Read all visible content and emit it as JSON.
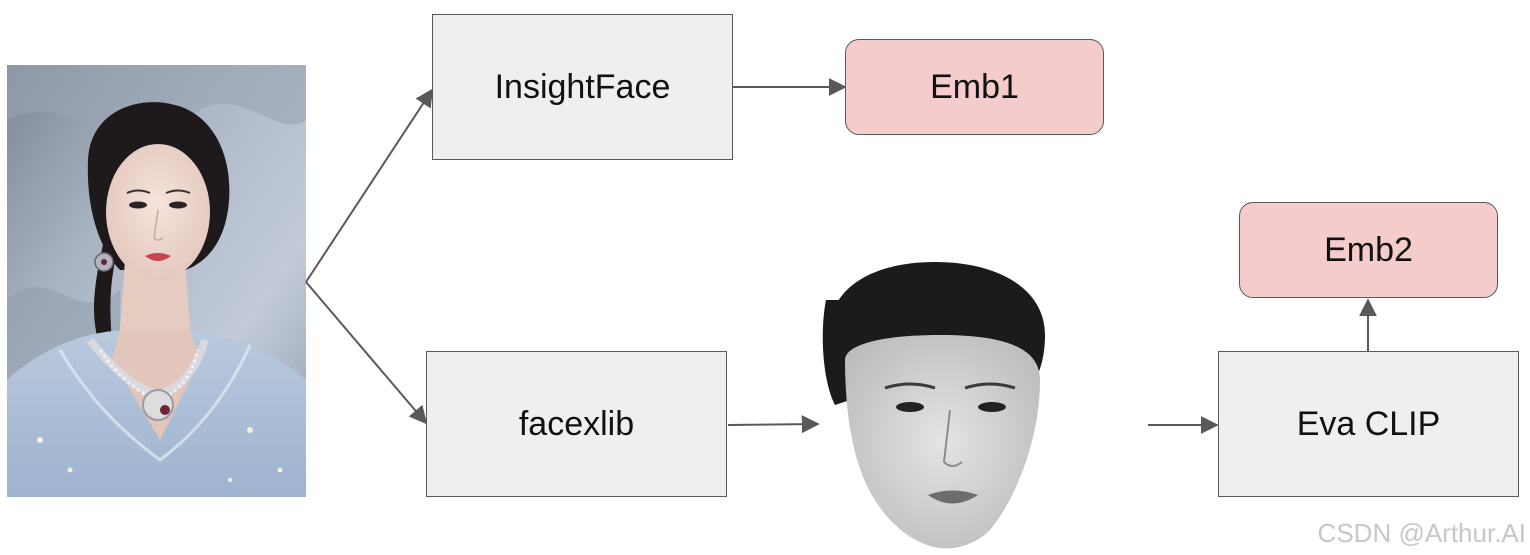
{
  "nodes": {
    "insightface": "InsightFace",
    "emb1": "Emb1",
    "facexlib": "facexlib",
    "eva_clip": "Eva CLIP",
    "emb2": "Emb2"
  },
  "images": {
    "input_photo": "portrait photo of woman in blue gown with diamond necklace",
    "aligned_face": "cropped grayscale aligned face"
  },
  "watermark": "CSDN @Arthur.AI",
  "colors": {
    "model_box": "#efefef",
    "embedding_box": "#f4cccc",
    "border": "#595959",
    "arrow": "#595959"
  }
}
